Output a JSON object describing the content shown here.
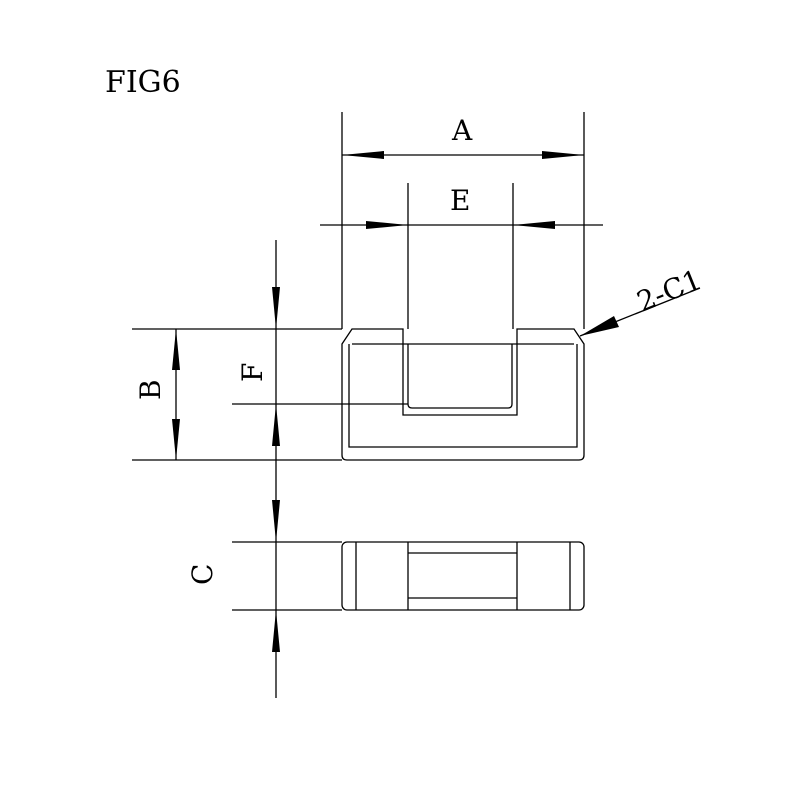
{
  "figure": {
    "title": "FIG6",
    "labels": {
      "a": "A",
      "e": "E",
      "b": "B",
      "f": "F",
      "c": "C",
      "chamfer": "2-C1"
    }
  }
}
